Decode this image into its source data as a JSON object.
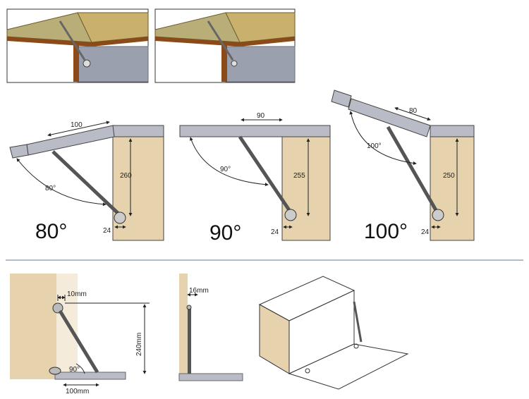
{
  "top_left_thumbnail": {
    "icon": "cabinet-lid-open-icon"
  },
  "top_right_thumbnail": {
    "icon": "cabinet-lid-open-icon"
  },
  "diagrams": [
    {
      "angle_label": "80°",
      "arc_label": "80°",
      "top_dim": "100",
      "height_dim": "260",
      "bottom_dim": "24"
    },
    {
      "angle_label": "90°",
      "arc_label": "90°",
      "top_dim": "90",
      "height_dim": "255",
      "bottom_dim": "24"
    },
    {
      "angle_label": "100°",
      "arc_label": "100°",
      "top_dim": "80",
      "height_dim": "250",
      "bottom_dim": "24"
    }
  ],
  "install_left": {
    "top_dim": "10mm",
    "height_dim": "240mm",
    "angle": "90°",
    "bottom_dim": "100mm"
  },
  "install_mid": {
    "top_dim": "16mm"
  },
  "iso_cabinet": {
    "icon": "open-cabinet-3d-icon"
  },
  "colors": {
    "wood": "#e6d2ad",
    "panel": "#b9bcc6",
    "line": "#333333",
    "divider": "#9aa3b5"
  }
}
